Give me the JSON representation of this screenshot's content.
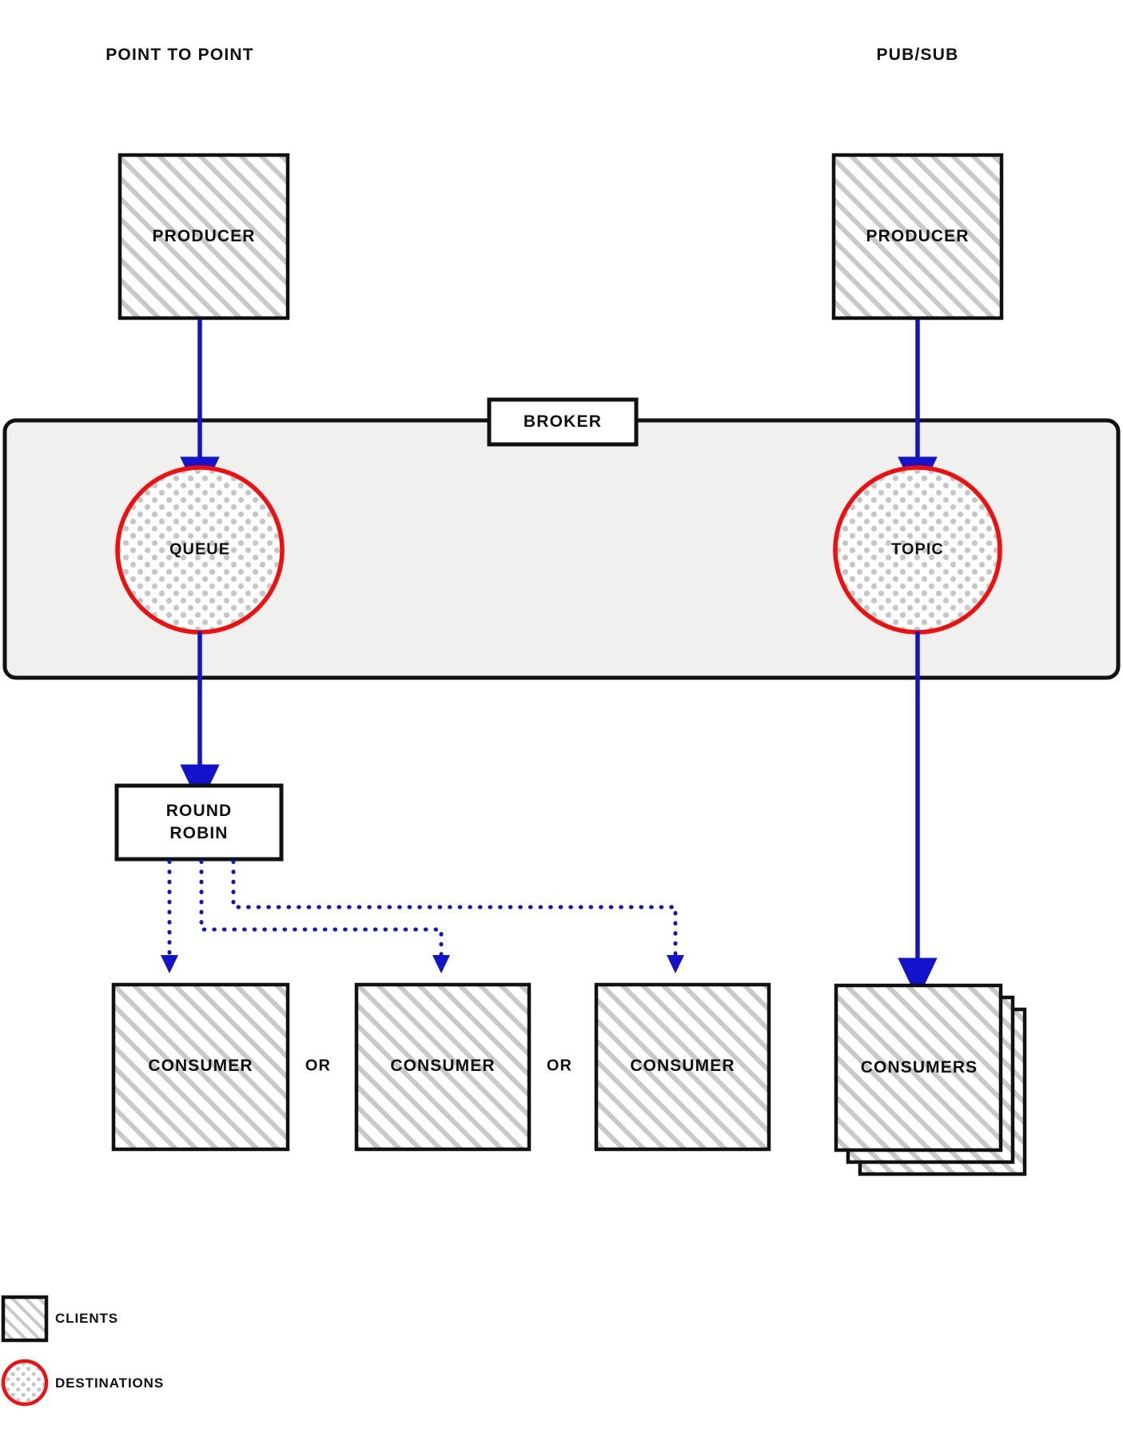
{
  "diagram": {
    "title_left": "POINT TO POINT",
    "title_right": "PUB/SUB",
    "broker_label": "BROKER",
    "colors": {
      "arrow_blue": "#1313cc",
      "destination_red": "#f40d0d",
      "hatch_gray": "#c9c9c9",
      "broker_fill": "#f0f1ef",
      "outline_black": "#111111"
    }
  },
  "point_to_point": {
    "producer_label": "PRODUCER",
    "destination_label": "QUEUE",
    "dispatcher_line1": "ROUND",
    "dispatcher_line2": "ROBIN",
    "consumers": [
      {
        "label": "CONSUMER"
      },
      {
        "label": "CONSUMER"
      },
      {
        "label": "CONSUMER"
      }
    ],
    "separators": [
      "OR",
      "OR"
    ]
  },
  "pub_sub": {
    "producer_label": "PRODUCER",
    "destination_label": "TOPIC",
    "consumers_label": "CONSUMERS"
  },
  "legend": {
    "items": [
      {
        "label": "CLIENTS",
        "swatch": "hatched-square-icon"
      },
      {
        "label": "DESTINATIONS",
        "swatch": "dotted-circle-icon"
      }
    ]
  }
}
